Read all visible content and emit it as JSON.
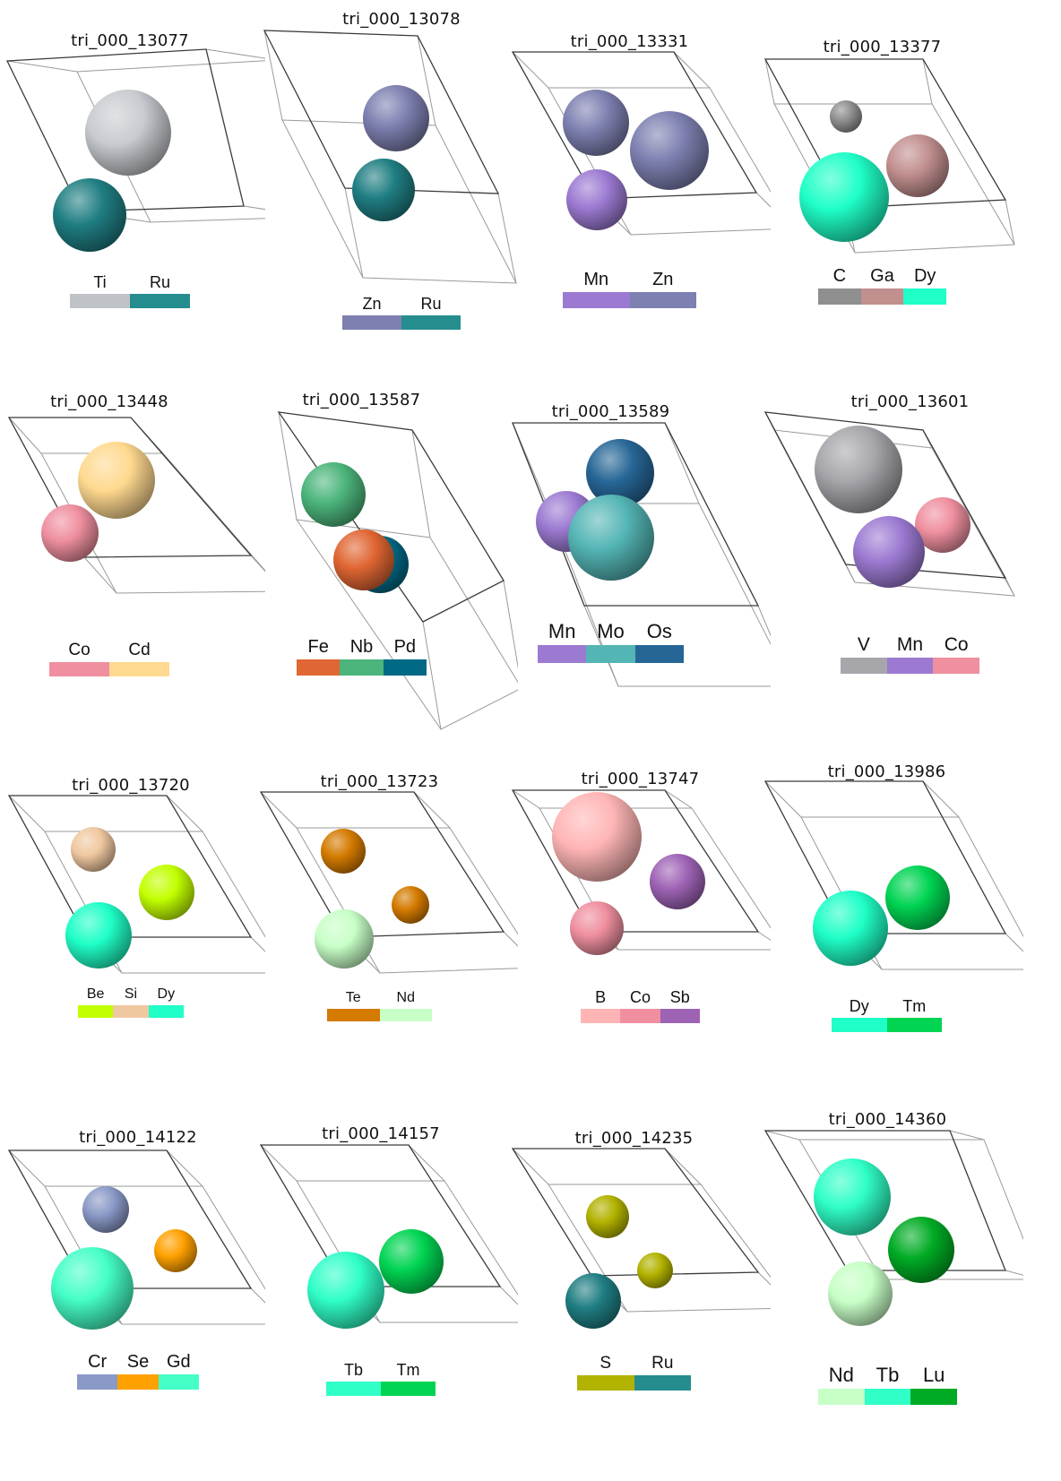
{
  "panels": [
    {
      "title": "tri_000_13077",
      "elements": [
        {
          "symbol": "Ti",
          "color": "#bfc3c8"
        },
        {
          "symbol": "Ru",
          "color": "#258d8e"
        }
      ],
      "atoms": [
        {
          "color": "#c8cbd0"
        },
        {
          "color": "#1f7e82"
        }
      ]
    },
    {
      "title": "tri_000_13078",
      "elements": [
        {
          "symbol": "Zn",
          "color": "#7d80b0"
        },
        {
          "symbol": "Ru",
          "color": "#258d8e"
        }
      ],
      "atoms": [
        {
          "color": "#7d80b0"
        },
        {
          "color": "#1f7e82"
        }
      ]
    },
    {
      "title": "tri_000_13331",
      "elements": [
        {
          "symbol": "Mn",
          "color": "#9c7ad2"
        },
        {
          "symbol": "Zn",
          "color": "#7d80b0"
        }
      ],
      "atoms": [
        {
          "color": "#7d80b0"
        },
        {
          "color": "#7d80b0"
        },
        {
          "color": "#9c7ad2"
        }
      ]
    },
    {
      "title": "tri_000_13377",
      "elements": [
        {
          "symbol": "C",
          "color": "#8f8f8f"
        },
        {
          "symbol": "Ga",
          "color": "#c28f8f"
        },
        {
          "symbol": "Dy",
          "color": "#1fffc7"
        }
      ],
      "atoms": [
        {
          "color": "#8f8f8f"
        },
        {
          "color": "#c28f8f"
        },
        {
          "color": "#1fffc7"
        }
      ]
    },
    {
      "title": "tri_000_13448",
      "elements": [
        {
          "symbol": "Co",
          "color": "#ef8f9f"
        },
        {
          "symbol": "Cd",
          "color": "#ffd98f"
        }
      ],
      "atoms": [
        {
          "color": "#ffd98f"
        },
        {
          "color": "#ef8f9f"
        }
      ]
    },
    {
      "title": "tri_000_13587",
      "elements": [
        {
          "symbol": "Fe",
          "color": "#e06633"
        },
        {
          "symbol": "Nb",
          "color": "#4cb57c"
        },
        {
          "symbol": "Pd",
          "color": "#006985"
        }
      ],
      "atoms": [
        {
          "color": "#4cb57c"
        },
        {
          "color": "#006985"
        },
        {
          "color": "#e06633"
        }
      ]
    },
    {
      "title": "tri_000_13589",
      "elements": [
        {
          "symbol": "Mn",
          "color": "#9c7ad2"
        },
        {
          "symbol": "Mo",
          "color": "#54b5b5"
        },
        {
          "symbol": "Os",
          "color": "#266696"
        }
      ],
      "atoms": [
        {
          "color": "#266696"
        },
        {
          "color": "#9c7ad2"
        },
        {
          "color": "#54b5b5"
        }
      ]
    },
    {
      "title": "tri_000_13601",
      "elements": [
        {
          "symbol": "V",
          "color": "#a6a6ab"
        },
        {
          "symbol": "Mn",
          "color": "#9c7ad2"
        },
        {
          "symbol": "Co",
          "color": "#ef8f9f"
        }
      ],
      "atoms": [
        {
          "color": "#a6a6ab"
        },
        {
          "color": "#ef8f9f"
        },
        {
          "color": "#9c7ad2"
        }
      ]
    },
    {
      "title": "tri_000_13720",
      "elements": [
        {
          "symbol": "Be",
          "color": "#c2ff00"
        },
        {
          "symbol": "Si",
          "color": "#f0c8a0"
        },
        {
          "symbol": "Dy",
          "color": "#1fffc7"
        }
      ],
      "atoms": [
        {
          "color": "#f0c8a0"
        },
        {
          "color": "#c2ff00"
        },
        {
          "color": "#1fffc7"
        }
      ]
    },
    {
      "title": "tri_000_13723",
      "elements": [
        {
          "symbol": "Te",
          "color": "#d47a00"
        },
        {
          "symbol": "Nd",
          "color": "#c7ffc7"
        }
      ],
      "atoms": [
        {
          "color": "#d47a00"
        },
        {
          "color": "#d47a00"
        },
        {
          "color": "#c7ffc7"
        }
      ]
    },
    {
      "title": "tri_000_13747",
      "elements": [
        {
          "symbol": "B",
          "color": "#ffb5b5"
        },
        {
          "symbol": "Co",
          "color": "#ef8f9f"
        },
        {
          "symbol": "Sb",
          "color": "#9e63b5"
        }
      ],
      "atoms": [
        {
          "color": "#ffb5b5"
        },
        {
          "color": "#9e63b5"
        },
        {
          "color": "#ef8f9f"
        }
      ]
    },
    {
      "title": "tri_000_13986",
      "elements": [
        {
          "symbol": "Dy",
          "color": "#1fffc7"
        },
        {
          "symbol": "Tm",
          "color": "#00d452"
        }
      ],
      "atoms": [
        {
          "color": "#00d452"
        },
        {
          "color": "#1fffc7"
        }
      ]
    },
    {
      "title": "tri_000_14122",
      "elements": [
        {
          "symbol": "Cr",
          "color": "#8a99c7"
        },
        {
          "symbol": "Se",
          "color": "#ffa100"
        },
        {
          "symbol": "Gd",
          "color": "#45ffc7"
        }
      ],
      "atoms": [
        {
          "color": "#8a99c7"
        },
        {
          "color": "#ffa100"
        },
        {
          "color": "#45ffc7"
        }
      ]
    },
    {
      "title": "tri_000_14157",
      "elements": [
        {
          "symbol": "Tb",
          "color": "#30ffc7"
        },
        {
          "symbol": "Tm",
          "color": "#00d452"
        }
      ],
      "atoms": [
        {
          "color": "#00d452"
        },
        {
          "color": "#30ffc7"
        }
      ]
    },
    {
      "title": "tri_000_14235",
      "elements": [
        {
          "symbol": "S",
          "color": "#b2b200"
        },
        {
          "symbol": "Ru",
          "color": "#258d8e"
        }
      ],
      "atoms": [
        {
          "color": "#b2b200"
        },
        {
          "color": "#b2b200"
        },
        {
          "color": "#1f7e82"
        }
      ]
    },
    {
      "title": "tri_000_14360",
      "elements": [
        {
          "symbol": "Nd",
          "color": "#c7ffc7"
        },
        {
          "symbol": "Tb",
          "color": "#30ffc7"
        },
        {
          "symbol": "Lu",
          "color": "#00ab24"
        }
      ],
      "atoms": [
        {
          "color": "#30ffc7"
        },
        {
          "color": "#00ab24"
        },
        {
          "color": "#c7ffc7"
        }
      ]
    }
  ]
}
